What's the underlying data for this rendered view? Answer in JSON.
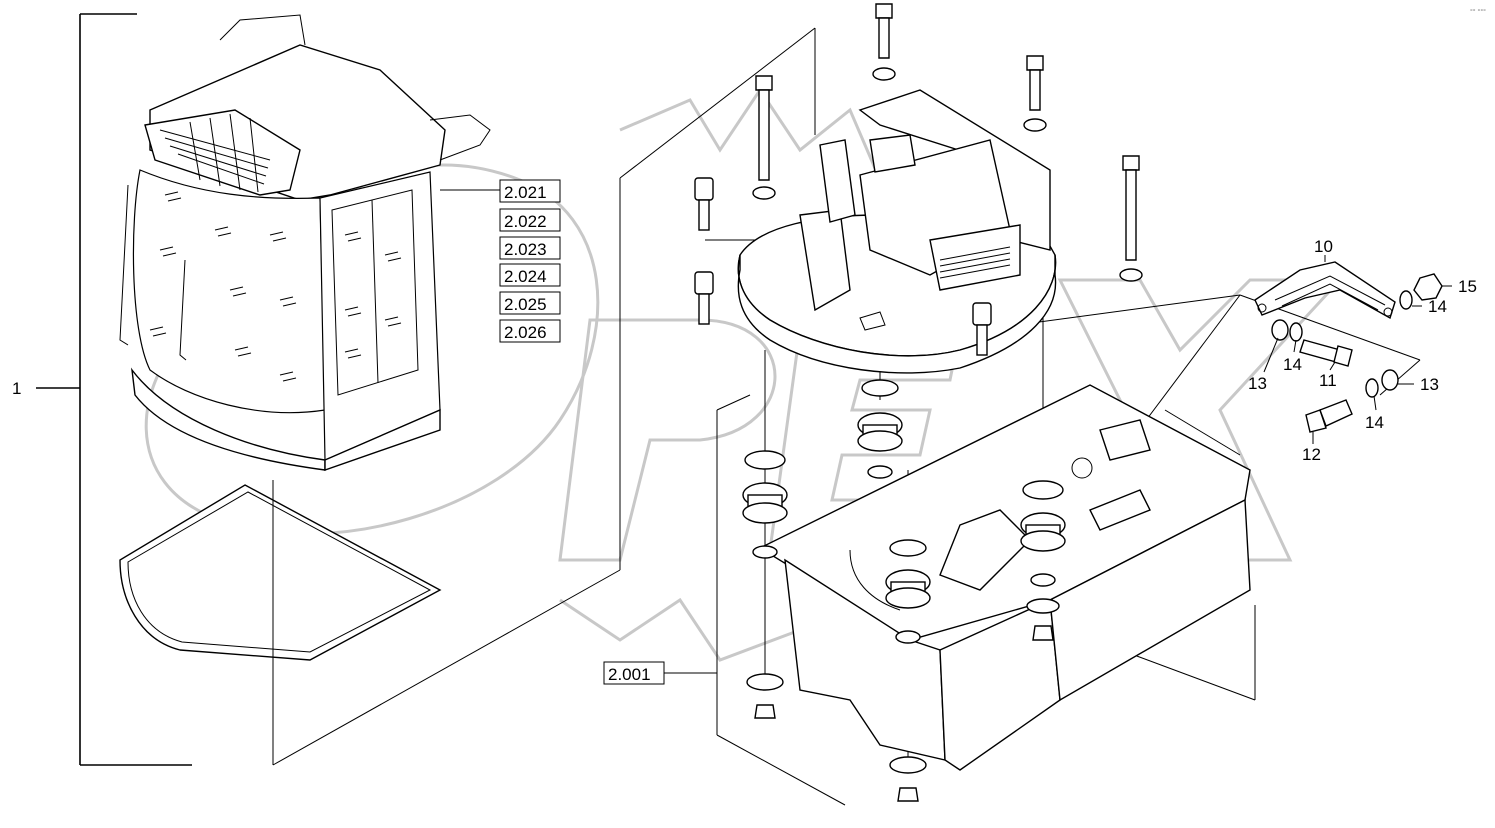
{
  "watermark": {
    "text": "OPEX"
  },
  "corner_mark": "°° °°°",
  "main_assembly_label": "1",
  "subassembly_refs": [
    "2.021",
    "2.022",
    "2.023",
    "2.024",
    "2.025",
    "2.026"
  ],
  "frame_ref": "2.001",
  "callouts": {
    "n10": "10",
    "n15": "15",
    "n14a": "14",
    "n14b": "14",
    "n14c": "14",
    "n13a": "13",
    "n13b": "13",
    "n11": "11",
    "n12": "12"
  }
}
